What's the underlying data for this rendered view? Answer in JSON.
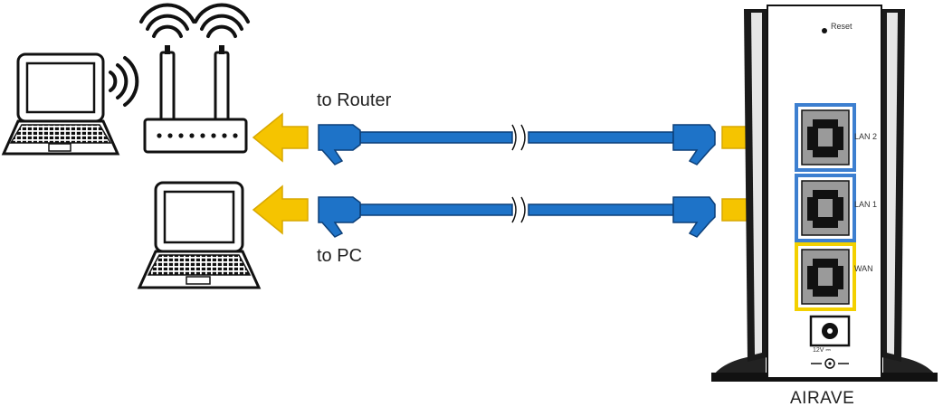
{
  "labels": {
    "to_router": "to Router",
    "to_pc": "to PC",
    "device": "AIRAVE",
    "reset": "Reset",
    "lan2": "LAN 2",
    "lan1": "LAN 1",
    "wan": "WAN",
    "power": "12V ⎓"
  },
  "icons": [
    "laptop-wireless-icon",
    "wifi-signal-icon",
    "router-icon",
    "laptop-icon",
    "arrow-icon",
    "ethernet-cable-icon",
    "rj45-port-icon",
    "power-jack-icon"
  ],
  "colors": {
    "arrow": "#f5c400",
    "cable": "#1e73c8",
    "lan_port_border": "#3d7fd0",
    "wan_port_border": "#f3d000",
    "outline": "#111111"
  }
}
